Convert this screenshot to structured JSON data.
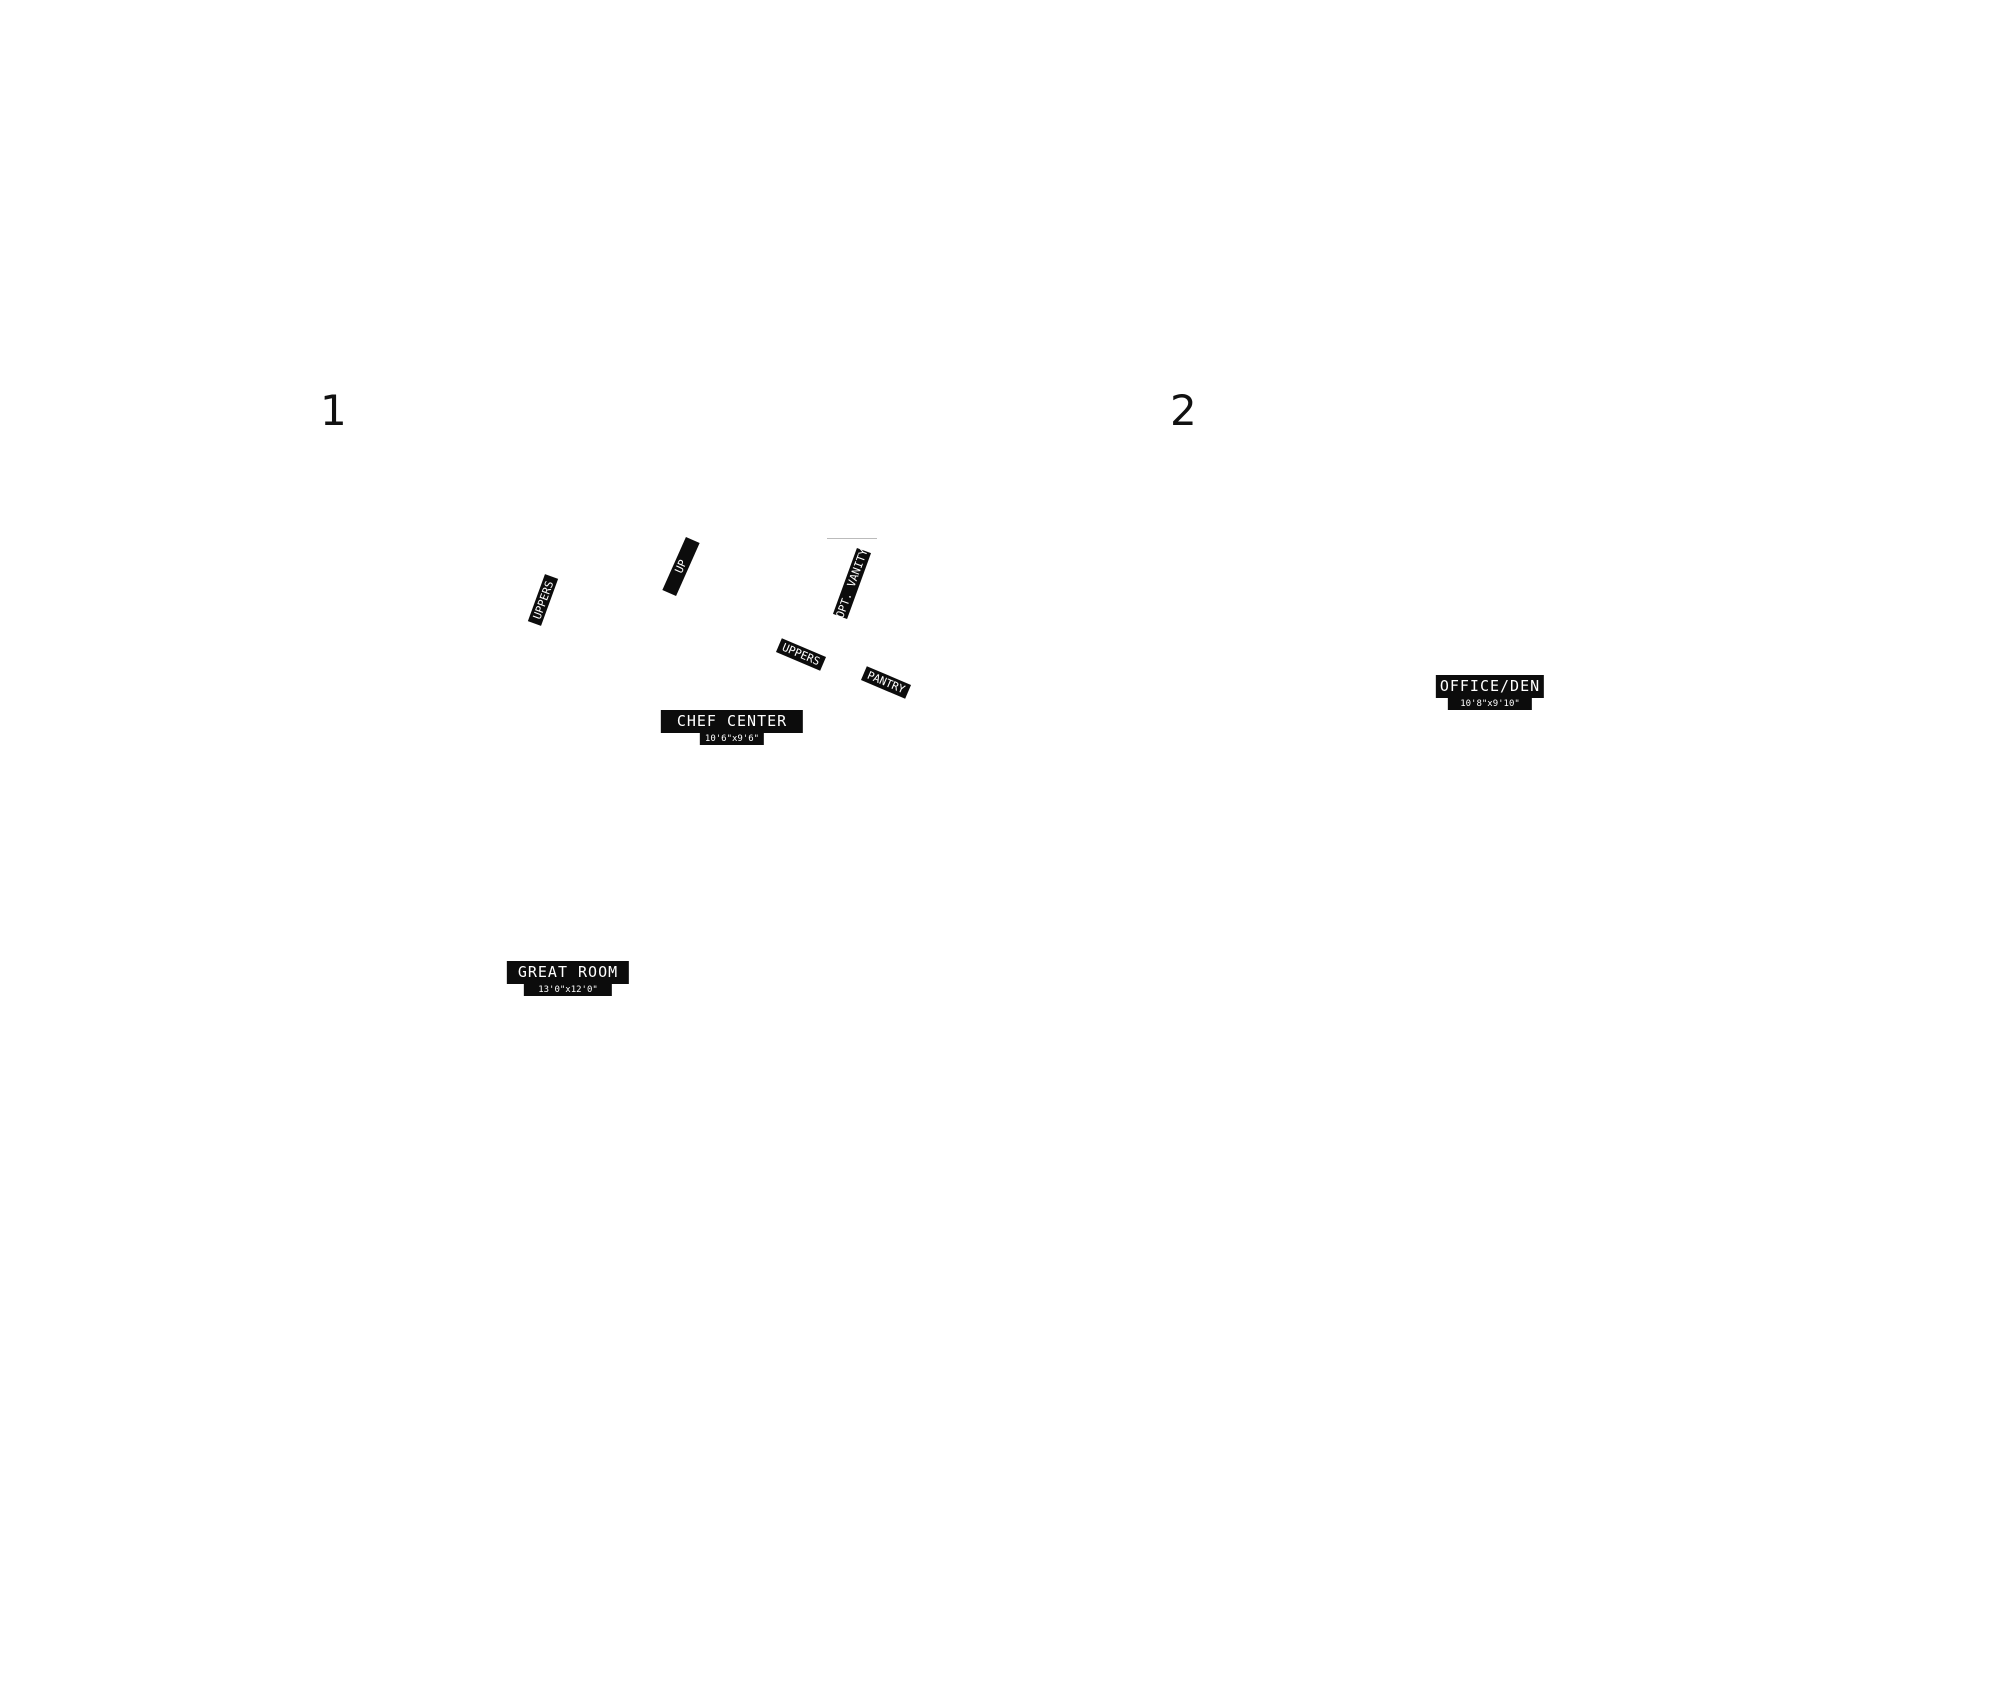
{
  "panels": {
    "first": {
      "number": "1"
    },
    "second": {
      "number": "2"
    }
  },
  "tags": {
    "uppers_left": "UPPERS",
    "up": "UP",
    "opt_vanity": "OPT. VANITY",
    "uppers_right": "UPPERS",
    "pantry": "PANTRY"
  },
  "rooms": {
    "chef_center": {
      "name": "CHEF CENTER",
      "dims": "10'6\"x9'6\""
    },
    "great_room": {
      "name": "GREAT ROOM",
      "dims": "13'0\"x12'0\""
    },
    "office_den": {
      "name": "OFFICE/DEN",
      "dims": "10'8\"x9'10\""
    }
  }
}
